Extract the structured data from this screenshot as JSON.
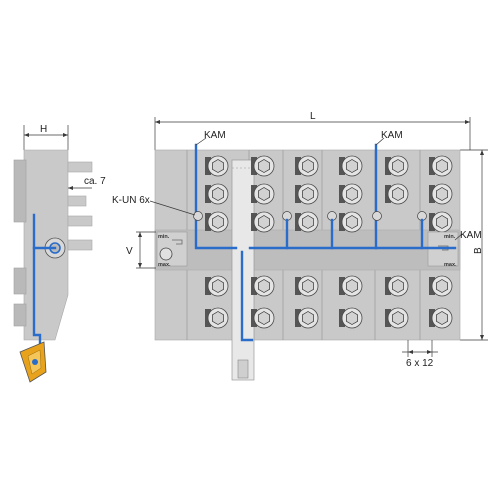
{
  "labels": {
    "width_side": "H",
    "offset": "ca. 7",
    "length": "L",
    "height": "B",
    "valve_adjust": "V",
    "coolant_top_left": "KAM",
    "coolant_top_right": "KAM",
    "coolant_right": "KAM",
    "connector": "K-UN 6x",
    "spacing": "6 x 12",
    "min_left": "min.",
    "max_left": "max.",
    "min_right": "min.",
    "max_right": "max."
  },
  "colors": {
    "coolant_pipe": "#2a6cc9",
    "insert": "#e8a21b",
    "block": "#c9c9c9"
  }
}
